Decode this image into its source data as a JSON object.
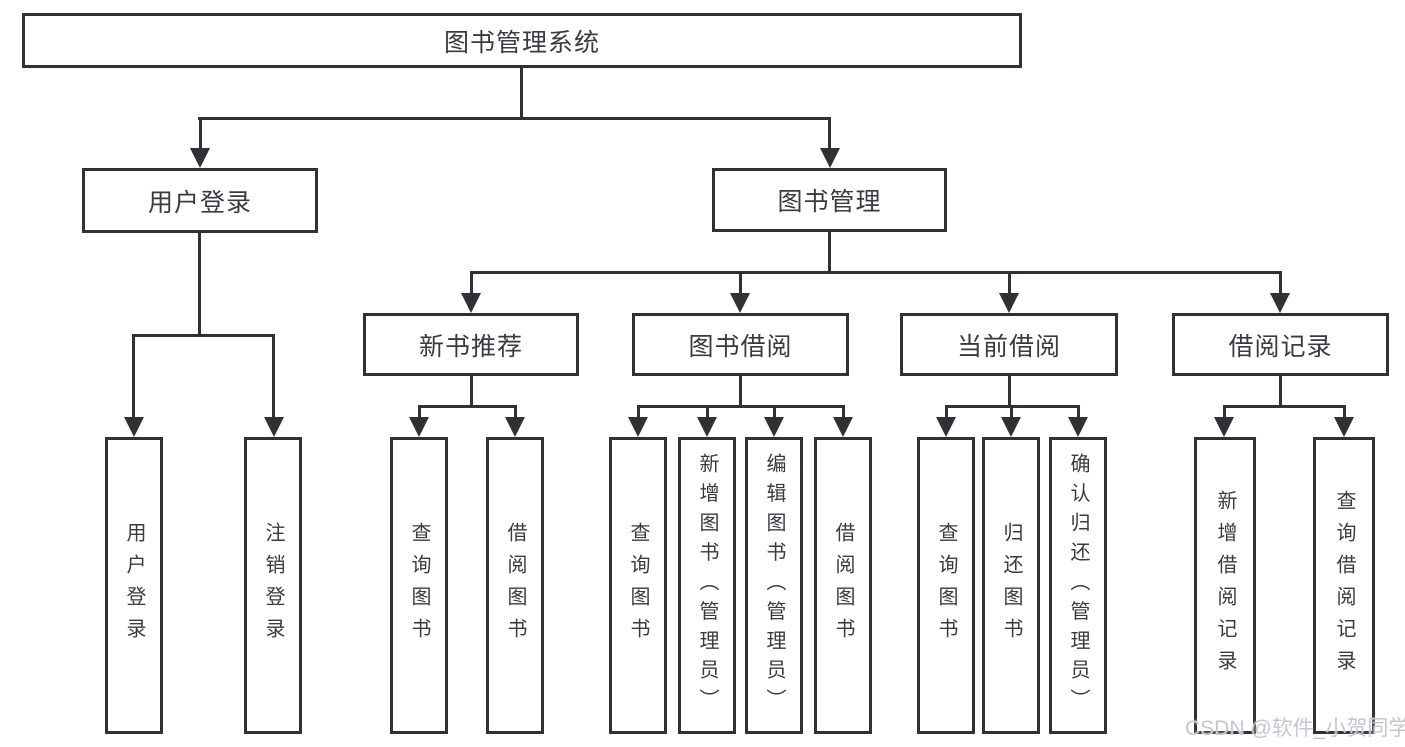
{
  "tree": {
    "label": "图书管理系统",
    "children": [
      {
        "label": "用户登录",
        "children": [
          {
            "label": "用户登录"
          },
          {
            "label": "注销登录"
          }
        ]
      },
      {
        "label": "图书管理",
        "children": [
          {
            "label": "新书推荐",
            "children": [
              {
                "label": "查询图书"
              },
              {
                "label": "借阅图书"
              }
            ]
          },
          {
            "label": "图书借阅",
            "children": [
              {
                "label": "查询图书"
              },
              {
                "label": "新增图书（管理员）"
              },
              {
                "label": "编辑图书（管理员）"
              },
              {
                "label": "借阅图书"
              }
            ]
          },
          {
            "label": "当前借阅",
            "children": [
              {
                "label": "查询图书"
              },
              {
                "label": "归还图书"
              },
              {
                "label": "确认归还（管理员）"
              }
            ]
          },
          {
            "label": "借阅记录",
            "children": [
              {
                "label": "新增借阅记录"
              },
              {
                "label": "查询借阅记录"
              }
            ]
          }
        ]
      }
    ]
  },
  "watermark": {
    "text": "CSDN @软件_小贺同学"
  },
  "colors": {
    "line": "#303134",
    "box_fill": "#ffffff",
    "text": "#3a3b40",
    "watermark": "#c3c7d0",
    "background": "#ffffff"
  }
}
